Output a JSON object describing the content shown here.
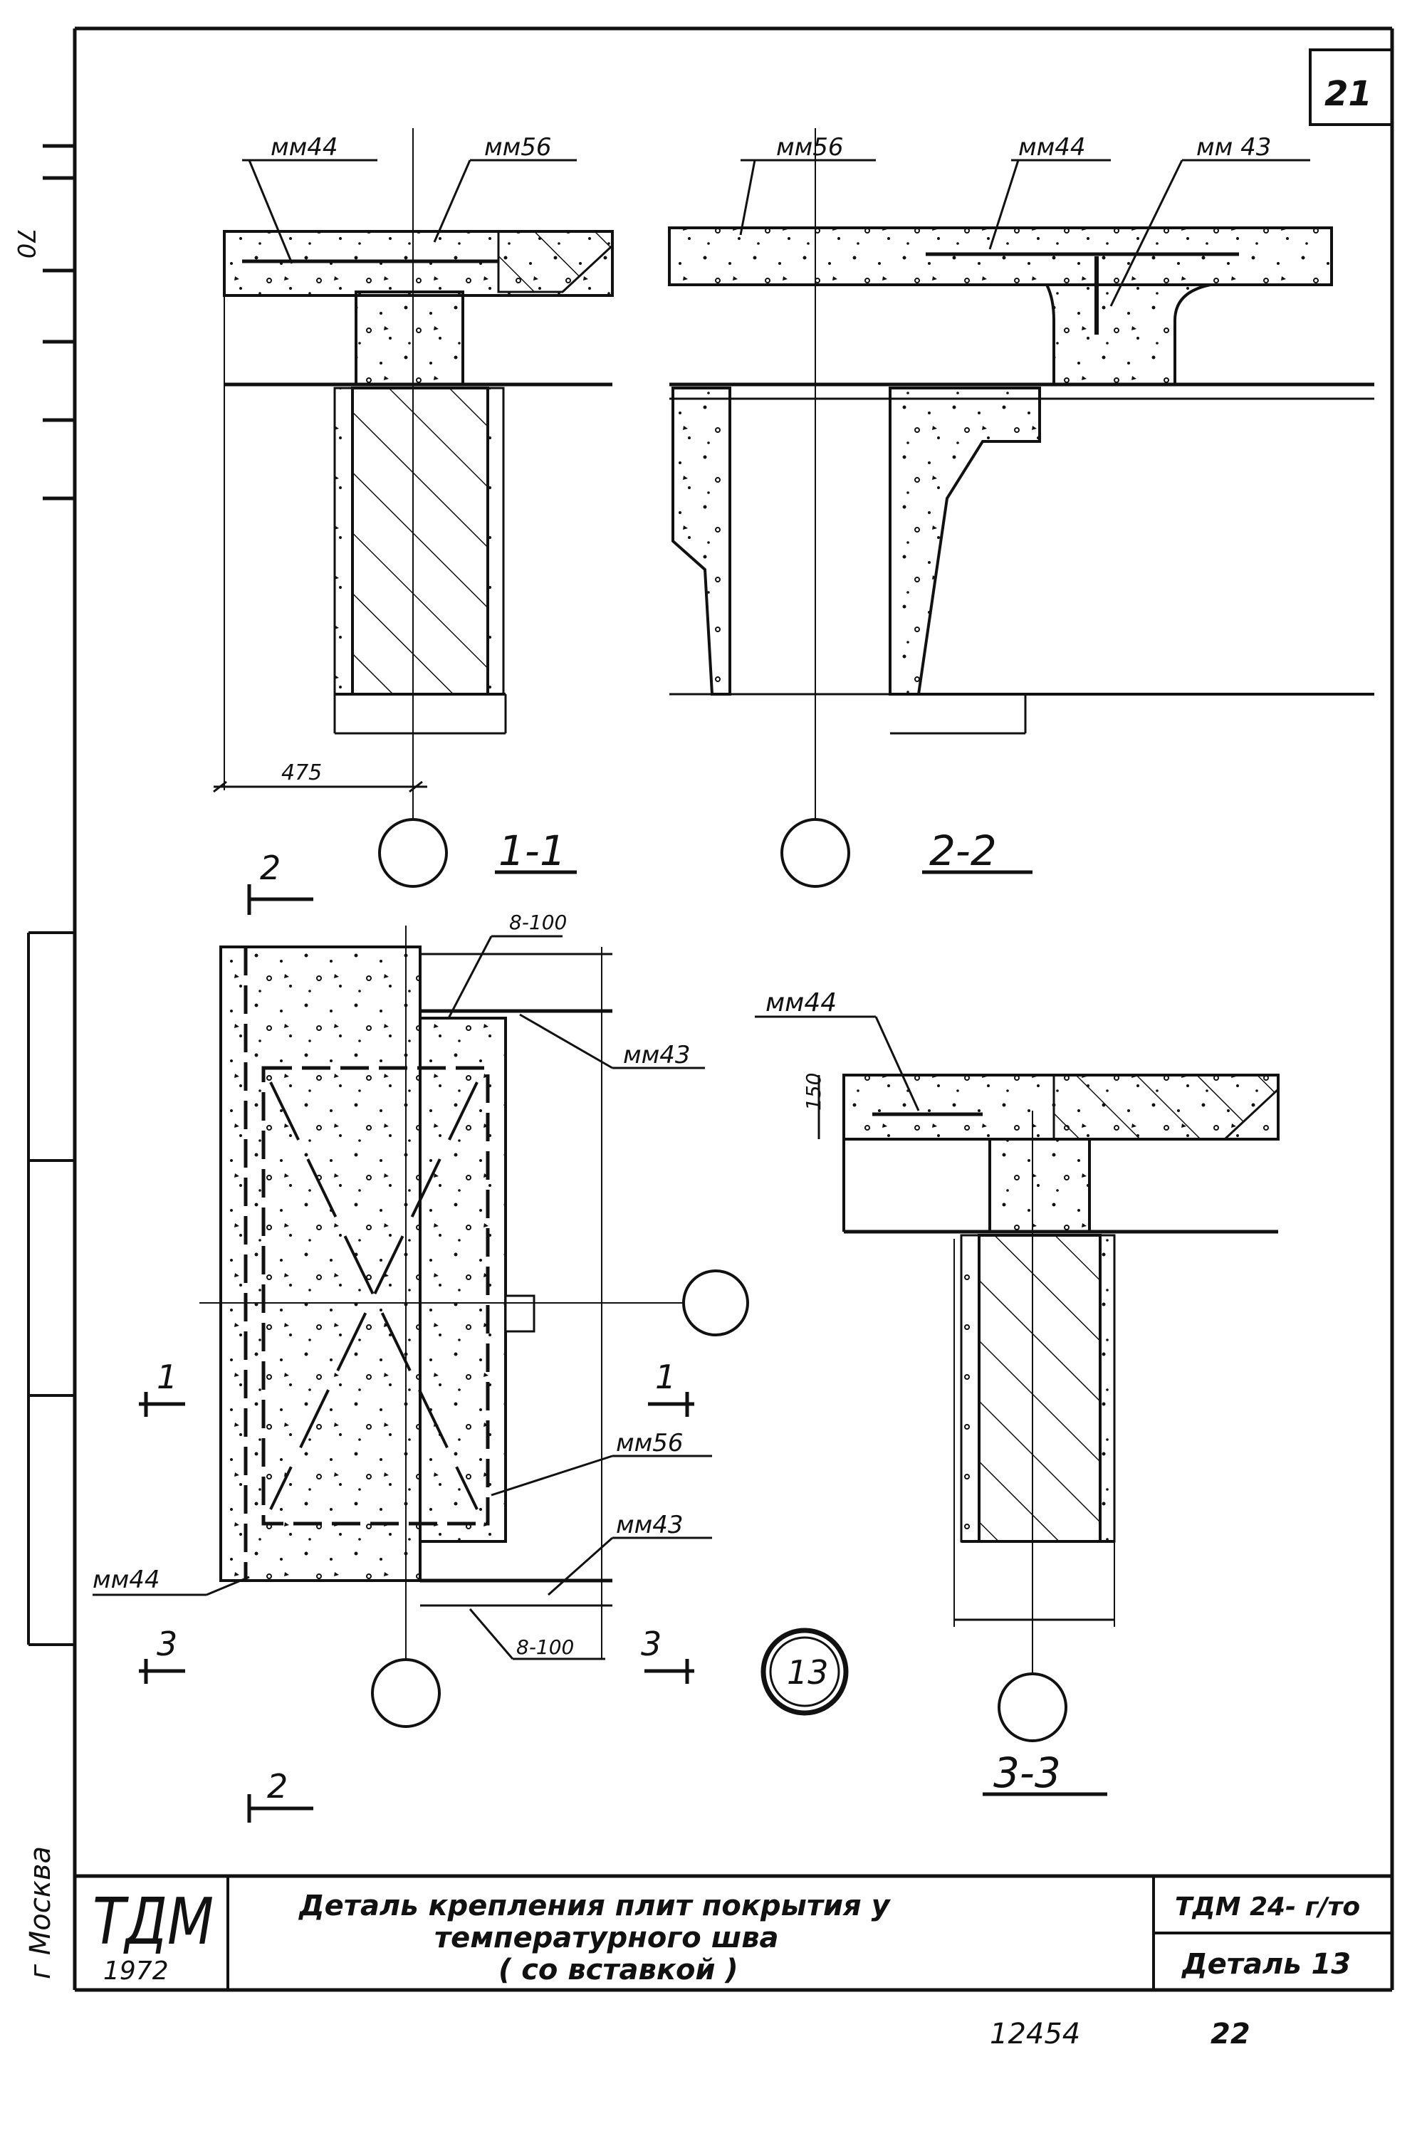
{
  "sheet": {
    "page_number": "21",
    "margin_notes": {
      "top_left": "70",
      "bottom_left": "г Москва"
    }
  },
  "sections": {
    "s11": {
      "label": "1-1",
      "dim_width": "475",
      "tags": {
        "left": "мм44",
        "right": "мм56"
      }
    },
    "s22": {
      "label": "2-2",
      "tags": {
        "left": "мм56",
        "mid": "мм44",
        "right": "мм 43"
      }
    },
    "plan": {
      "cut_2": "2",
      "cut_1": "1",
      "cut_3": "3",
      "tags": {
        "spacing_top": "8-100",
        "spacing_bottom": "8-100",
        "mm43_top": "мм43",
        "mm56": "мм56",
        "mm43_bottom": "мм43",
        "mm44": "мм44"
      },
      "detail_number": "13"
    },
    "s33": {
      "label": "3-3",
      "tag": "мм44",
      "dim_height": "150"
    }
  },
  "title_block": {
    "logo": "ТДМ",
    "year": "1972",
    "title_lines": [
      "Деталь крепления плит покрытия у",
      "температурного шва",
      "( со вставкой )"
    ],
    "code": "ТДМ 24- г/то",
    "detail": "Деталь 13"
  },
  "footer": {
    "archive_no": "12454",
    "sheet_no": "22"
  }
}
